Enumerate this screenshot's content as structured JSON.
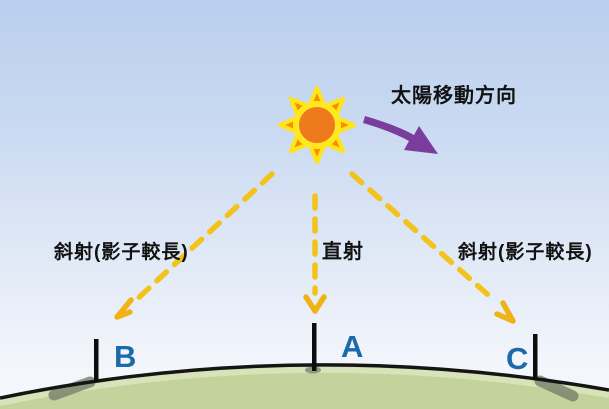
{
  "labels": {
    "sun_direction": "太陽移動方向",
    "oblique_left": "斜射(影子較長)",
    "direct": "直射",
    "oblique_right": "斜射(影子較長)"
  },
  "markers": {
    "left": "B",
    "center": "A",
    "right": "C"
  },
  "icons": {
    "sun": "sun-icon",
    "direction_arrow": "curved-arrow-icon",
    "ray_arrows": "dashed-ray-arrow-icons"
  },
  "colors": {
    "sky_top": "#b9cfee",
    "sky_bottom": "#f6f8fc",
    "sun_core": "#ee7a1e",
    "sun_glow": "#ffe81e",
    "sun_ray_fill": "#f59000",
    "ray_dash": "#f3c31b",
    "ray_arrowhead": "#f0b316",
    "direction_arrow": "#7b3d9d",
    "ground_fill": "#c3d39b",
    "ground_highlight": "#e0e9c5",
    "ground_outline": "#151515",
    "shadow": "#7d856f",
    "post": "#0d0d0d",
    "marker_text": "#1c6ba8",
    "label_text": "#121212"
  }
}
